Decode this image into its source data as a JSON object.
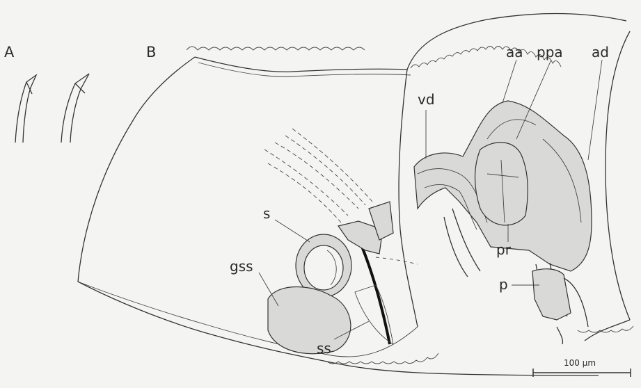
{
  "panels": {
    "a": "A",
    "b": "B"
  },
  "labels": {
    "vd": "vd",
    "aa": "aa",
    "ppa": "ppa",
    "ad": "ad",
    "s": "s",
    "gss": "gss",
    "ss": "ss",
    "pr": "pr",
    "p": "p"
  },
  "scale_bar": {
    "label": "100 µm"
  }
}
